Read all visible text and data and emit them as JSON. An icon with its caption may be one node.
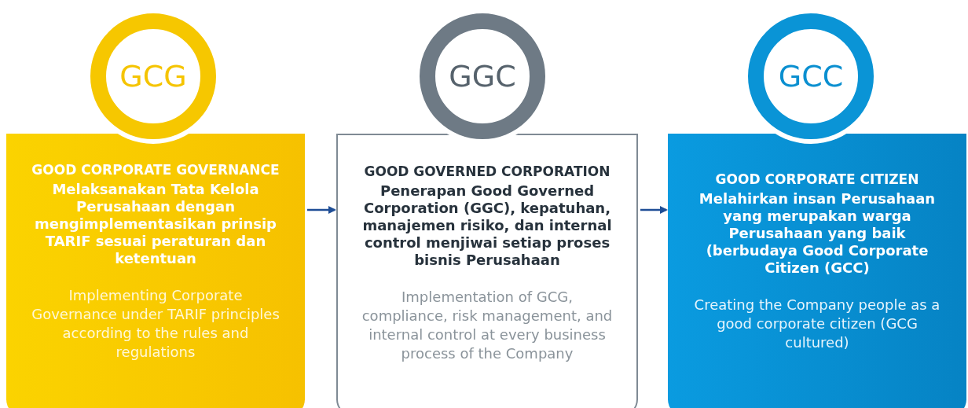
{
  "diagram": {
    "nodes": [
      {
        "text": [
          "GCG"
        ]
      },
      {
        "text": [
          "GOOD CORPORATE GOVERNANCE",
          "Melaksanakan Tata Kelola Perusahaan dengan mengimplementasikan prinsip TARIF sesuai peraturan dan ketentuan",
          "Implementing Corporate Governance under TARIF principles according to the rules and regulations"
        ]
      },
      {
        "text": [
          "GGC"
        ]
      },
      {
        "text": [
          "GOOD GOVERNED CORPORATION",
          "Penerapan Good Governed Corporation (GGC), kepatuhan, manajemen risiko, dan internal control menjiwai setiap proses bisnis Perusahaan",
          "Implementation of GCG, compliance, risk management, and internal control at every business process of the Company"
        ]
      },
      {
        "text": [
          "GCC"
        ]
      },
      {
        "text": [
          "GOOD CORPORATE CITIZEN",
          "Melahirkan insan Perusahaan yang merupakan warga Perusahaan yang baik (berbudaya Good Corporate Citizen (GCC)",
          "Creating the Company people as a good corporate citizen (GCG cultured)"
        ]
      }
    ],
    "edges": [
      {
        "from": 1,
        "to": 3,
        "arrow": "to"
      },
      {
        "from": 3,
        "to": 5,
        "arrow": "to"
      }
    ]
  }
}
